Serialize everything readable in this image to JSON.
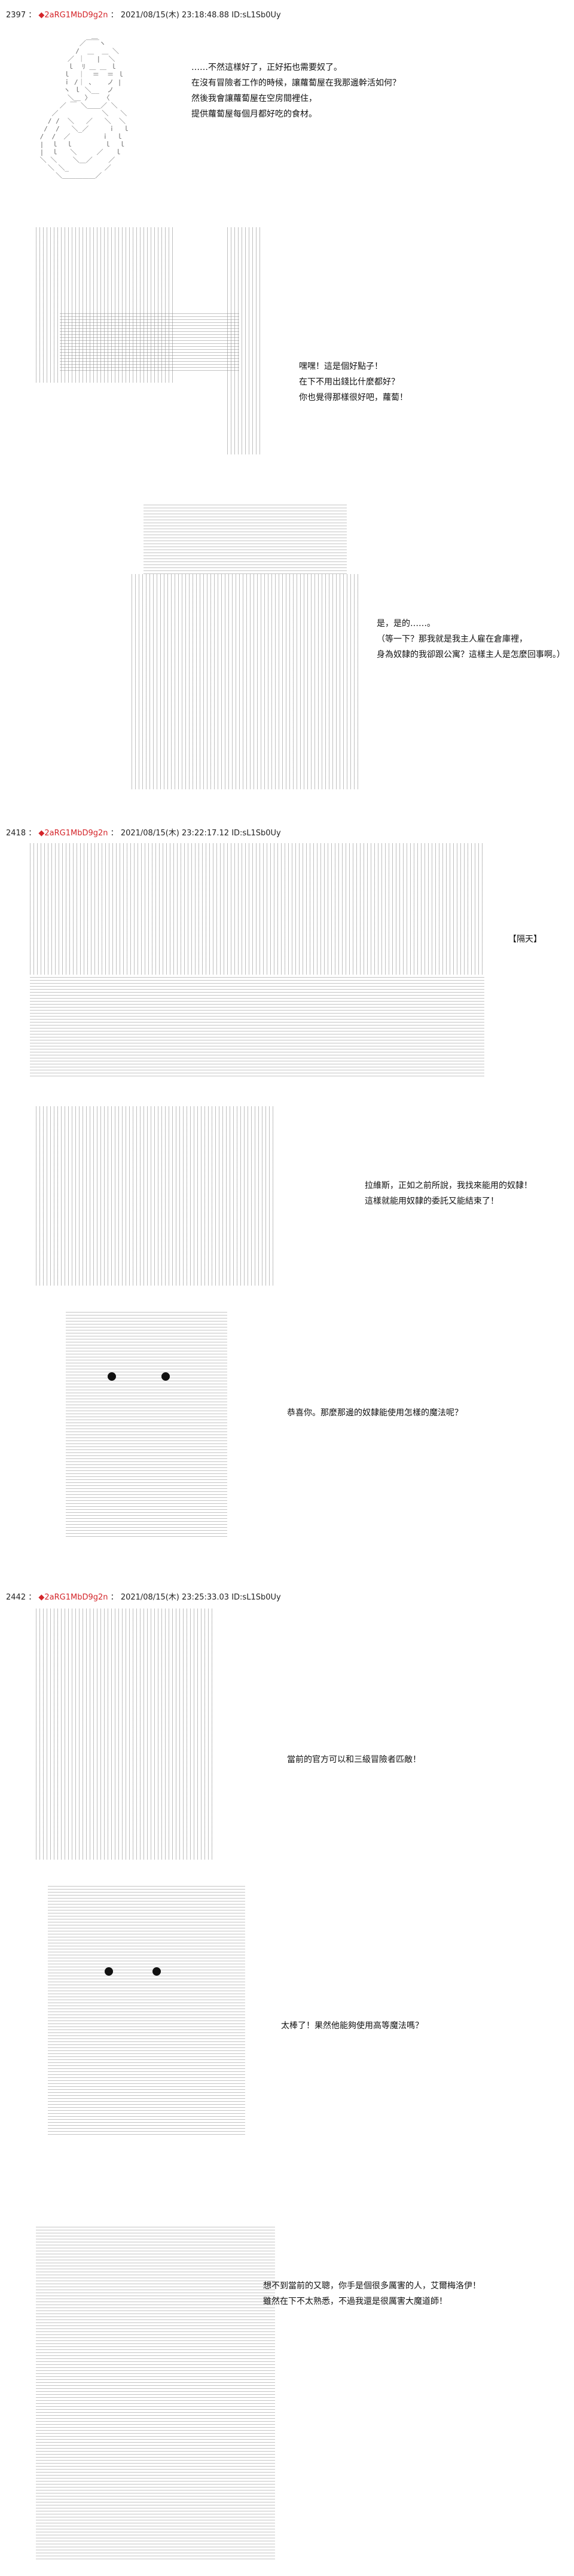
{
  "posts": [
    {
      "number": "2397",
      "name": "◆2aRG1MbD9g2n",
      "meta": "2021/08/15(木) 23:18:48.88 ID:sL1Sb0Uy",
      "scenes": [
        {
          "lines": [
            "……不然這樣好了，正好拓也需要奴了。",
            "在沒有冒險者工作的時候，讓蘿蔔屋在我那邊幹活如何？",
            "然後我會讓蘿蔔屋在空房間裡住，",
            "提供蘿蔔屋每個月都好吃的食材。"
          ]
        },
        {
          "lines": [
            "嘿嘿！這是個好點子！",
            "在下不用出錢比什麼都好？",
            "你也覺得那樣很好吧，蘿蔔！"
          ]
        },
        {
          "lines": [
            "是，是的……。",
            "",
            "（等一下？那我就是我主人雇在倉庫裡，",
            "身為奴隸的我卻跟公寓？這樣主人是怎麼回事啊。）"
          ]
        }
      ]
    },
    {
      "number": "2418",
      "name": "◆2aRG1MbD9g2n",
      "meta": "2021/08/15(木) 23:22:17.12 ID:sL1Sb0Uy",
      "tag": "【隔天】",
      "scenes": [
        {
          "lines": [
            "拉維斯，正如之前所說，我找來能用的奴隸！",
            "這樣就能用奴隸的委託又能結束了！"
          ]
        },
        {
          "lines": [
            "恭喜你。那麼那邊的奴隸能使用怎樣的魔法呢？"
          ]
        }
      ]
    },
    {
      "number": "2442",
      "name": "◆2aRG1MbD9g2n",
      "meta": "2021/08/15(木) 23:25:33.03 ID:sL1Sb0Uy",
      "scenes": [
        {
          "lines": [
            "當前的官方可以和三級冒險者匹敵！"
          ]
        },
        {
          "lines": [
            "太棒了！果然他能夠使用高等魔法嗎？"
          ]
        },
        {
          "lines": [
            "想不到當前的又聰，你手是個很多厲害的人，艾爾梅洛伊！",
            "雖然在下不太熟悉，不過我還是很厲害大魔道師！"
          ]
        }
      ]
    }
  ]
}
